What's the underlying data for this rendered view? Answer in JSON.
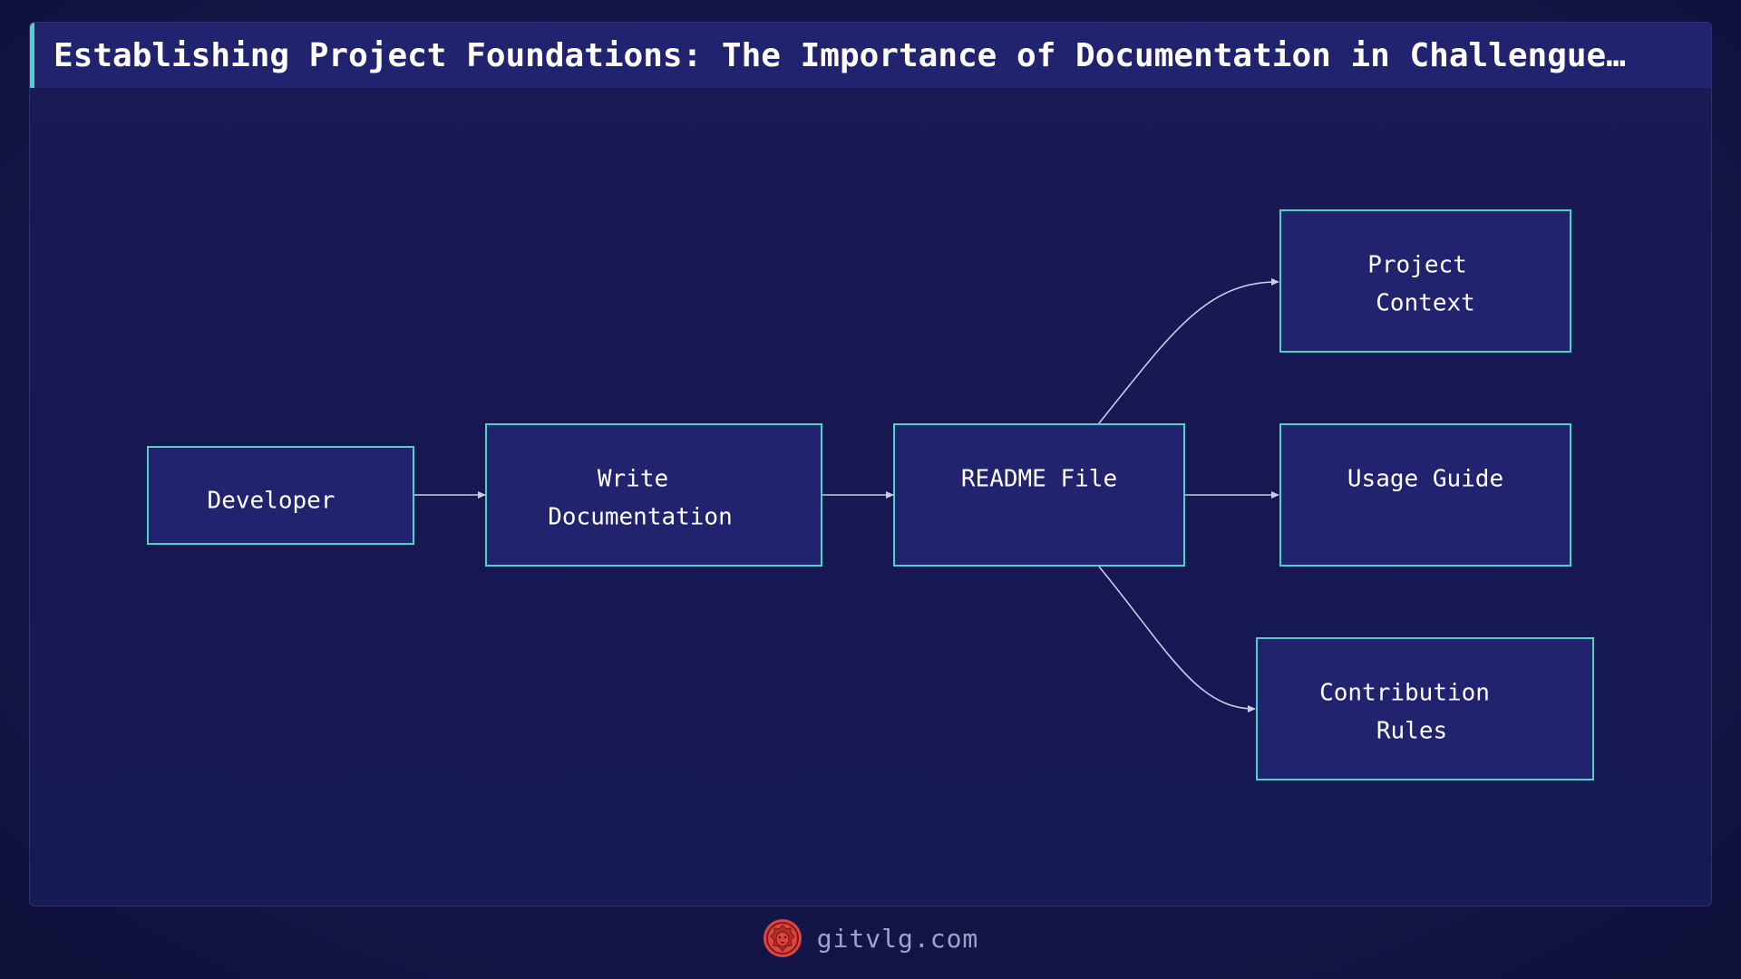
{
  "header": {
    "title": "Establishing Project Foundations: The Importance of Documentation in Challengue…"
  },
  "diagram": {
    "nodes": {
      "developer": [
        "Developer"
      ],
      "write_documentation": [
        "Write",
        "Documentation"
      ],
      "readme_file": [
        "README File"
      ],
      "project_context": [
        "Project",
        "Context"
      ],
      "usage_guide": [
        "Usage Guide"
      ],
      "contribution_rules": [
        "Contribution",
        "Rules"
      ]
    },
    "edges": [
      {
        "from": "developer",
        "to": "write_documentation"
      },
      {
        "from": "write_documentation",
        "to": "readme_file"
      },
      {
        "from": "readme_file",
        "to": "project_context"
      },
      {
        "from": "readme_file",
        "to": "usage_guide"
      },
      {
        "from": "readme_file",
        "to": "contribution_rules"
      }
    ]
  },
  "footer": {
    "site": "gitvlg.com",
    "logo_icon": "lion-head-icon"
  },
  "colors": {
    "accent": "#4fd1c5",
    "node_fill": "#22236f",
    "background": "#14164a",
    "logo": "#e0443e"
  }
}
